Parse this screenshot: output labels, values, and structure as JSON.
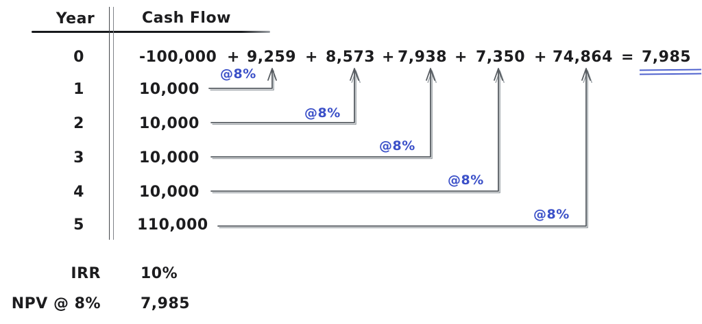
{
  "table": {
    "headers": {
      "year": "Year",
      "cash_flow": "Cash Flow"
    },
    "rows": [
      {
        "year": "0"
      },
      {
        "year": "1",
        "cash_flow": "10,000",
        "rate": "@8%"
      },
      {
        "year": "2",
        "cash_flow": "10,000",
        "rate": "@8%"
      },
      {
        "year": "3",
        "cash_flow": "10,000",
        "rate": "@8%"
      },
      {
        "year": "4",
        "cash_flow": "10,000",
        "rate": "@8%"
      },
      {
        "year": "5",
        "cash_flow": "110,000",
        "rate": "@8%"
      }
    ]
  },
  "equation": {
    "initial_outlay": "-100,000",
    "operator_plus": "+",
    "operator_equals": "=",
    "discounted_terms": [
      "9,259",
      "8,573",
      "7,938",
      "7,350",
      "74,864"
    ],
    "npv_result": "7,985"
  },
  "summary": {
    "irr_label": "IRR",
    "irr_value": "10%",
    "npv_label": "NPV @ 8%",
    "npv_value": "7,985"
  },
  "colors": {
    "ink": "#1c1c1e",
    "accent_blue": "#3b50c8",
    "arrow_gray": "#565b60"
  }
}
